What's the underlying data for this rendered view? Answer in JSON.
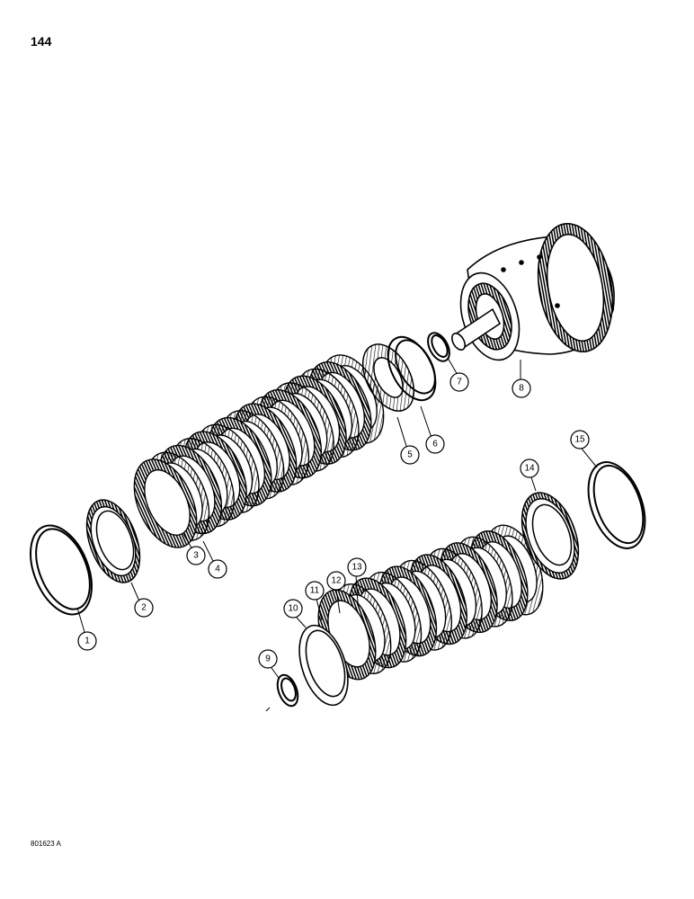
{
  "page_number": "144",
  "figure_code": "801623 A",
  "callouts": [
    "1",
    "2",
    "3",
    "4",
    "5",
    "6",
    "7",
    "8",
    "9",
    "10",
    "11",
    "12",
    "13",
    "14",
    "15"
  ]
}
